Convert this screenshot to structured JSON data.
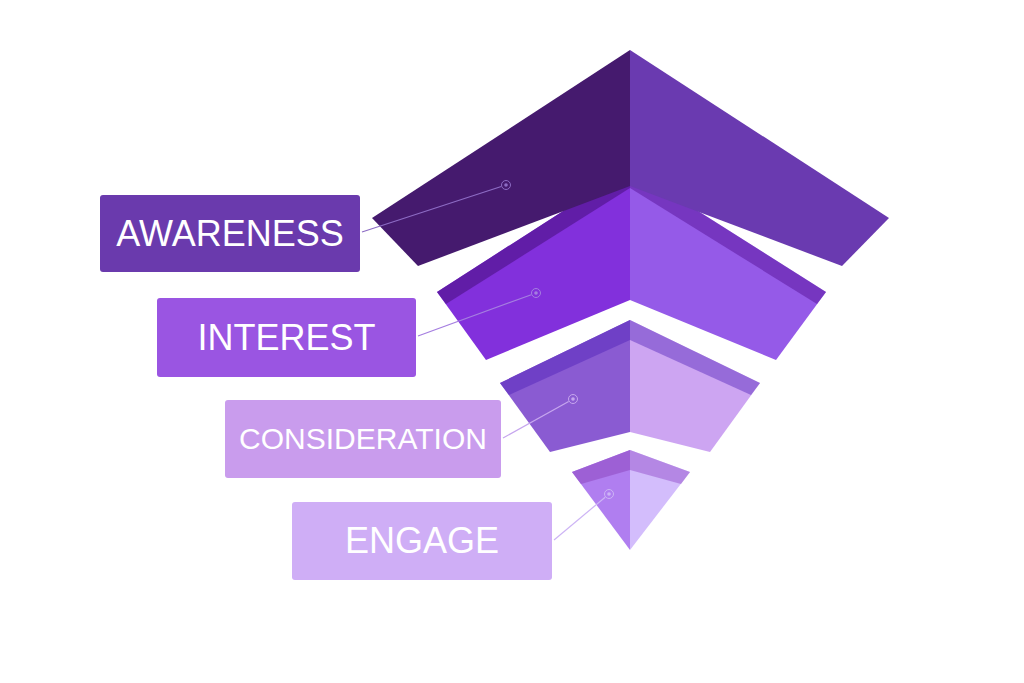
{
  "diagram": {
    "nodes": [
      {
        "text": [
          "AWARENESS"
        ]
      },
      {
        "text": [
          "INTEREST"
        ]
      },
      {
        "text": [
          "CONSIDERATION"
        ]
      },
      {
        "text": [
          "ENGAGE"
        ]
      }
    ]
  }
}
